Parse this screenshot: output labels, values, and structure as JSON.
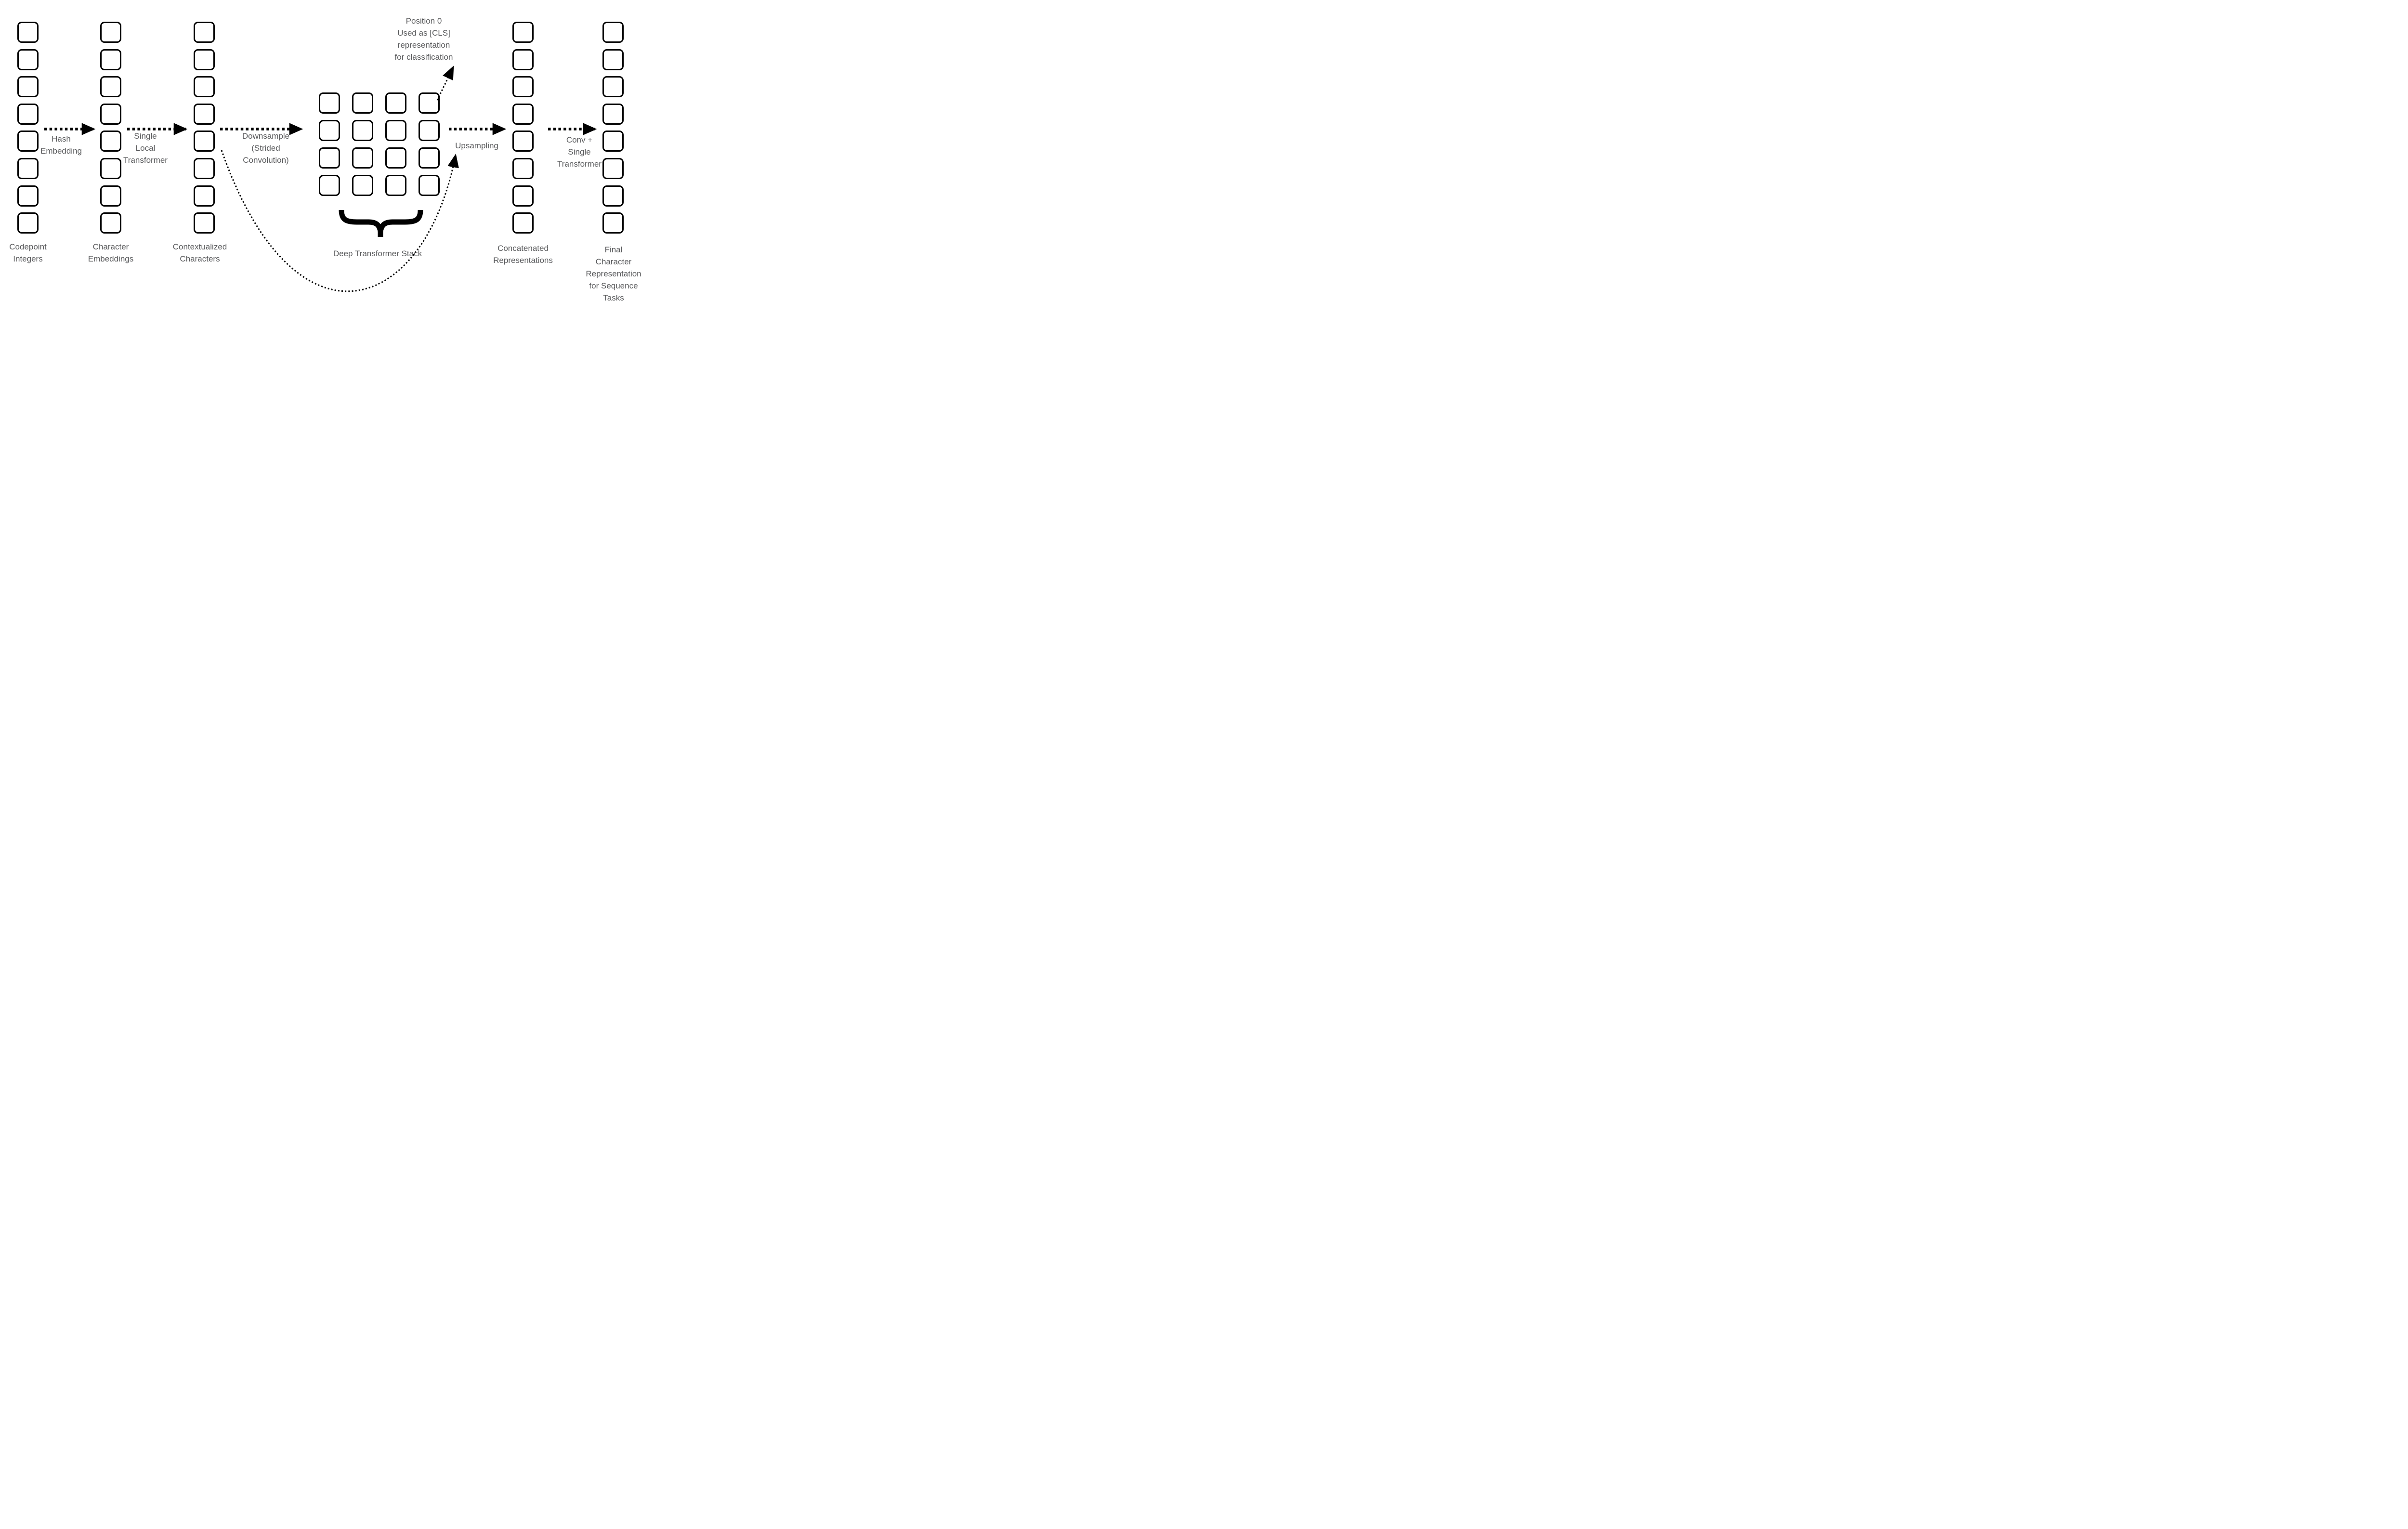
{
  "labels": {
    "cls_note": "Position 0\nUsed as [CLS]\nrepresentation\nfor classification",
    "hash": "Hash\nEmbedding",
    "single_local": "Single\nLocal\nTransformer",
    "downsample": "Downsample\n(Strided\nConvolution)",
    "upsampling": "Upsampling",
    "conv_single": "Conv +\nSingle\nTransformer",
    "codepoint": "Codepoint\nIntegers",
    "char_embed": "Character\nEmbeddings",
    "contextualized": "Contextualized\nCharacters",
    "deep_stack": "Deep Transformer Stack",
    "concatenated": "Concatenated\nRepresentations",
    "final": "Final\nCharacter\nRepresentation\nfor Sequence Tasks"
  },
  "structure": {
    "columns": [
      {
        "name": "codepoint-integers",
        "squares": 8
      },
      {
        "name": "character-embeddings",
        "squares": 8
      },
      {
        "name": "contextualized-characters",
        "squares": 8
      },
      {
        "name": "concatenated-representations",
        "squares": 8
      },
      {
        "name": "final-character-representation",
        "squares": 8
      }
    ],
    "grid": {
      "rows": 4,
      "cols": 4
    }
  },
  "colors": {
    "text": "#58595B",
    "stroke": "#000000",
    "background": "#FFFFFF"
  }
}
